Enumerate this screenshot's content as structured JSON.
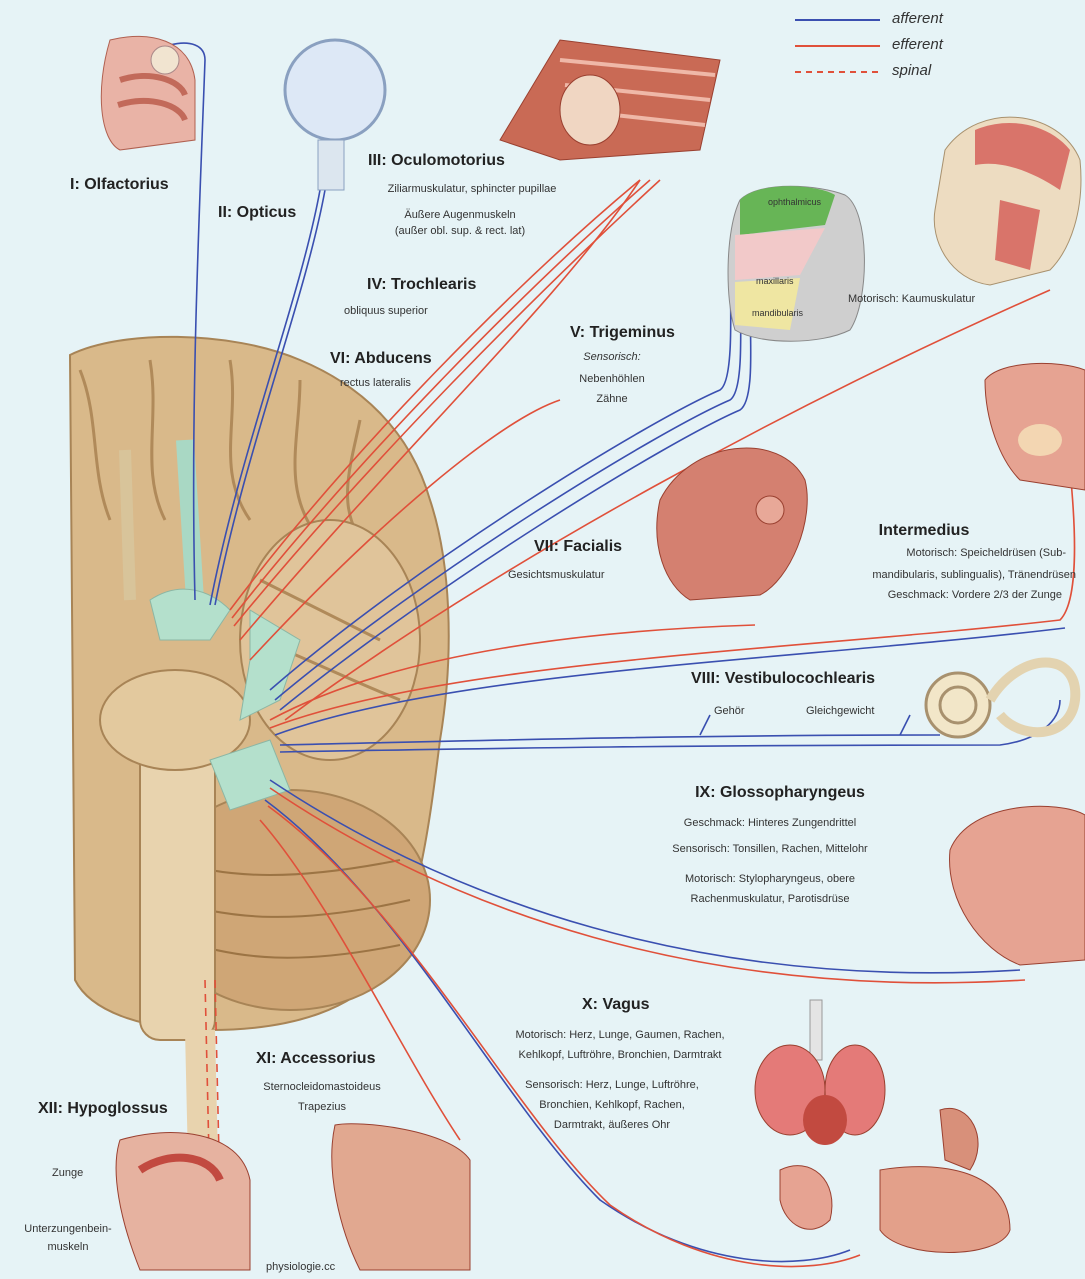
{
  "legend": {
    "afferent": "afferent",
    "efferent": "efferent",
    "spinal": "spinal",
    "afferent_color": "#3a4fb0",
    "efferent_color": "#e0503a"
  },
  "nerves": {
    "n1": {
      "title": "I: Olfactorius"
    },
    "n2": {
      "title": "II: Opticus"
    },
    "n3": {
      "title": "III: Oculomotorius",
      "line1": "Ziliarmuskulatur, sphincter pupillae",
      "line2": "Äußere Augenmuskeln",
      "line3": "(außer obl. sup. & rect. lat)"
    },
    "n4": {
      "title": "IV: Trochlearis",
      "line1": "obliquus superior"
    },
    "n5": {
      "title": "V: Trigeminus",
      "line1": "Sensorisch:",
      "line2": "Nebenhöhlen",
      "line3": "Zähne",
      "motor": "Motorisch: Kaumuskulatur"
    },
    "n6": {
      "title": "VI: Abducens",
      "line1": "rectus lateralis"
    },
    "n7": {
      "title": "VII: Facialis",
      "line1": "Gesichtsmuskulatur"
    },
    "intermedius": {
      "title": "Intermedius",
      "line1": "Motorisch: Speicheldrüsen (Sub-",
      "line2": "mandibularis, sublingualis), Tränendrüsen",
      "line3": "Geschmack: Vordere 2/3 der Zunge"
    },
    "n8": {
      "title": "VIII: Vestibulocochlearis",
      "line1": "Gehör",
      "line2": "Gleichgewicht"
    },
    "n9": {
      "title": "IX: Glossopharyngeus",
      "line1": "Geschmack: Hinteres Zungendrittel",
      "line2": "Sensorisch: Tonsillen, Rachen, Mittelohr",
      "line3": "Motorisch: Stylopharyngeus, obere",
      "line4": "Rachenmuskulatur, Parotisdrüse"
    },
    "n10": {
      "title": "X: Vagus",
      "line1": "Motorisch: Herz, Lunge, Gaumen, Rachen,",
      "line2": "Kehlkopf, Luftröhre, Bronchien, Darmtrakt",
      "line3": "Sensorisch: Herz, Lunge, Luftröhre,",
      "line4": "Bronchien, Kehlkopf, Rachen,",
      "line5": "Darmtrakt, äußeres Ohr"
    },
    "n11": {
      "title": "XI: Accessorius",
      "line1": "Sternocleidomastoideus",
      "line2": "Trapezius"
    },
    "n12": {
      "title": "XII: Hypoglossus",
      "line1": "Zunge",
      "line2": "Unterzungenbein-",
      "line3": "muskeln"
    }
  },
  "face_map": {
    "zone1": "ophthalmicus",
    "zone2": "maxillaris",
    "zone3": "mandibularis"
  },
  "footer": {
    "credit": "physiologie.cc"
  }
}
